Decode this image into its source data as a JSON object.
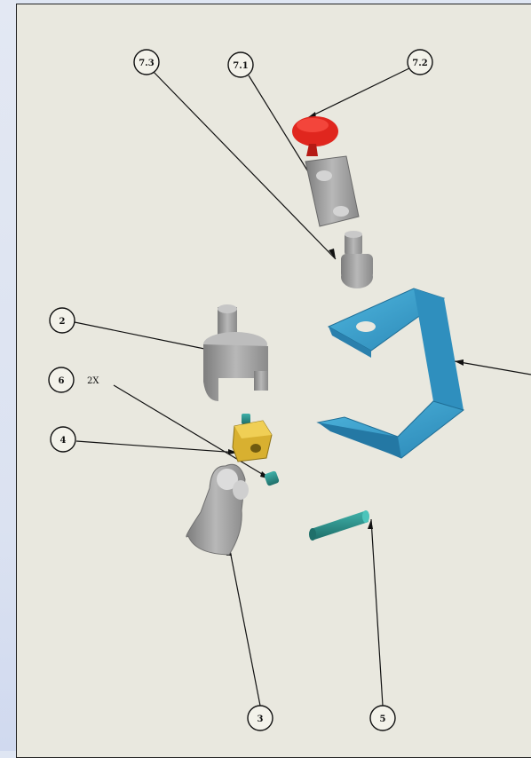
{
  "balloons": [
    {
      "id": "b-7-3-top",
      "label": "7.3"
    },
    {
      "id": "b-7-1",
      "label": "7.1"
    },
    {
      "id": "b-7-2",
      "label": "7.2"
    },
    {
      "id": "b-2",
      "label": "2"
    },
    {
      "id": "b-6",
      "label": "6"
    },
    {
      "id": "b-4",
      "label": "4"
    },
    {
      "id": "b-3",
      "label": "3"
    },
    {
      "id": "b-5",
      "label": "5"
    }
  ],
  "notes": {
    "qty_6": "2X"
  },
  "parts": {
    "knob": {
      "name": "knob",
      "color": "#e0261e"
    },
    "bracket": {
      "name": "bracket",
      "color": "#3a9fcc"
    },
    "pin": {
      "name": "pin",
      "color": "#2f8f8a"
    },
    "nut": {
      "name": "nut",
      "color": "#d8b030"
    }
  },
  "colors": {
    "sheet": "#e9e8df",
    "grey_part": "#9a9a9a",
    "line": "#111111"
  }
}
